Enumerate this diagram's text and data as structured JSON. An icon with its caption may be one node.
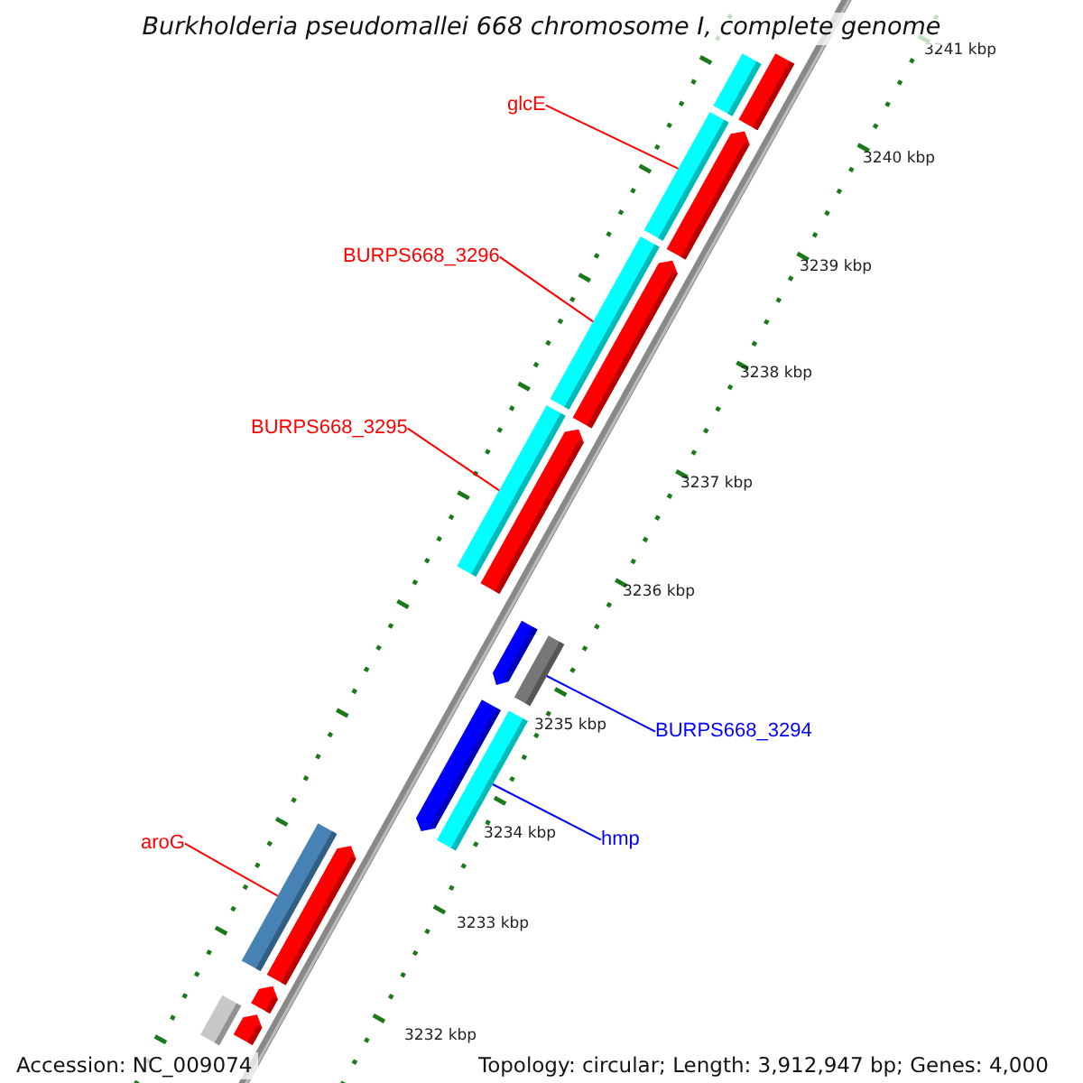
{
  "diagram": {
    "title": "Burkholderia pseudomallei 668 chromosome I, complete genome",
    "nodes": [
      {
        "text": [
          "glcE"
        ]
      },
      {
        "text": [
          "BURPS668_3296"
        ]
      },
      {
        "text": [
          "BURPS668_3295"
        ]
      },
      {
        "text": [
          "BURPS668_3294"
        ]
      },
      {
        "text": [
          "hmp"
        ]
      },
      {
        "text": [
          "aroG"
        ]
      },
      {
        "text": [],
        "shape": "bar"
      },
      {
        "text": [],
        "shape": "bar"
      },
      {
        "text": [],
        "shape": "bar"
      },
      {
        "text": [],
        "shape": "arrow"
      },
      {
        "text": [],
        "shape": "bar"
      },
      {
        "text": [],
        "shape": "arrow"
      },
      {
        "text": [],
        "shape": "bar"
      },
      {
        "text": [],
        "shape": "arrow"
      },
      {
        "text": [],
        "shape": "arrow"
      },
      {
        "text": [],
        "shape": "bar"
      },
      {
        "text": [],
        "shape": "arrow"
      },
      {
        "text": [],
        "shape": "bar"
      },
      {
        "text": [],
        "shape": "bar"
      },
      {
        "text": [],
        "shape": "arrow"
      },
      {
        "text": [],
        "shape": "arrow"
      },
      {
        "text": [],
        "shape": "bar"
      },
      {
        "text": [],
        "shape": "arrow"
      }
    ],
    "edges": [
      {
        "from": 0,
        "to": 8,
        "arrow": "none"
      },
      {
        "from": 1,
        "to": 10,
        "arrow": "none"
      },
      {
        "from": 2,
        "to": 12,
        "arrow": "none"
      },
      {
        "from": 3,
        "to": 15,
        "arrow": "none",
        "color": "#0000ff"
      },
      {
        "from": 4,
        "to": 17,
        "arrow": "none",
        "color": "#0000ff"
      },
      {
        "from": 5,
        "to": 18,
        "arrow": "none"
      }
    ],
    "labels": [
      "3241 kbp",
      "3240 kbp",
      "3239 kbp",
      "3238 kbp",
      "3237 kbp",
      "3236 kbp",
      "3235 kbp",
      "3234 kbp",
      "3233 kbp",
      "3232 kbp",
      "Accession: NC_009074",
      "Topology: circular; Length: 3,912,947 bp; Genes: 4,000"
    ]
  }
}
